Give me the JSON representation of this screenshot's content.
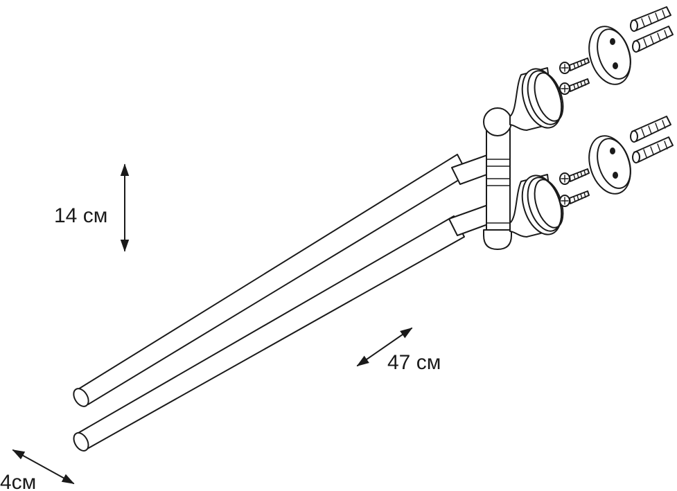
{
  "dimensions": {
    "height": "14 см",
    "length": "47 см",
    "depth": "4см"
  }
}
